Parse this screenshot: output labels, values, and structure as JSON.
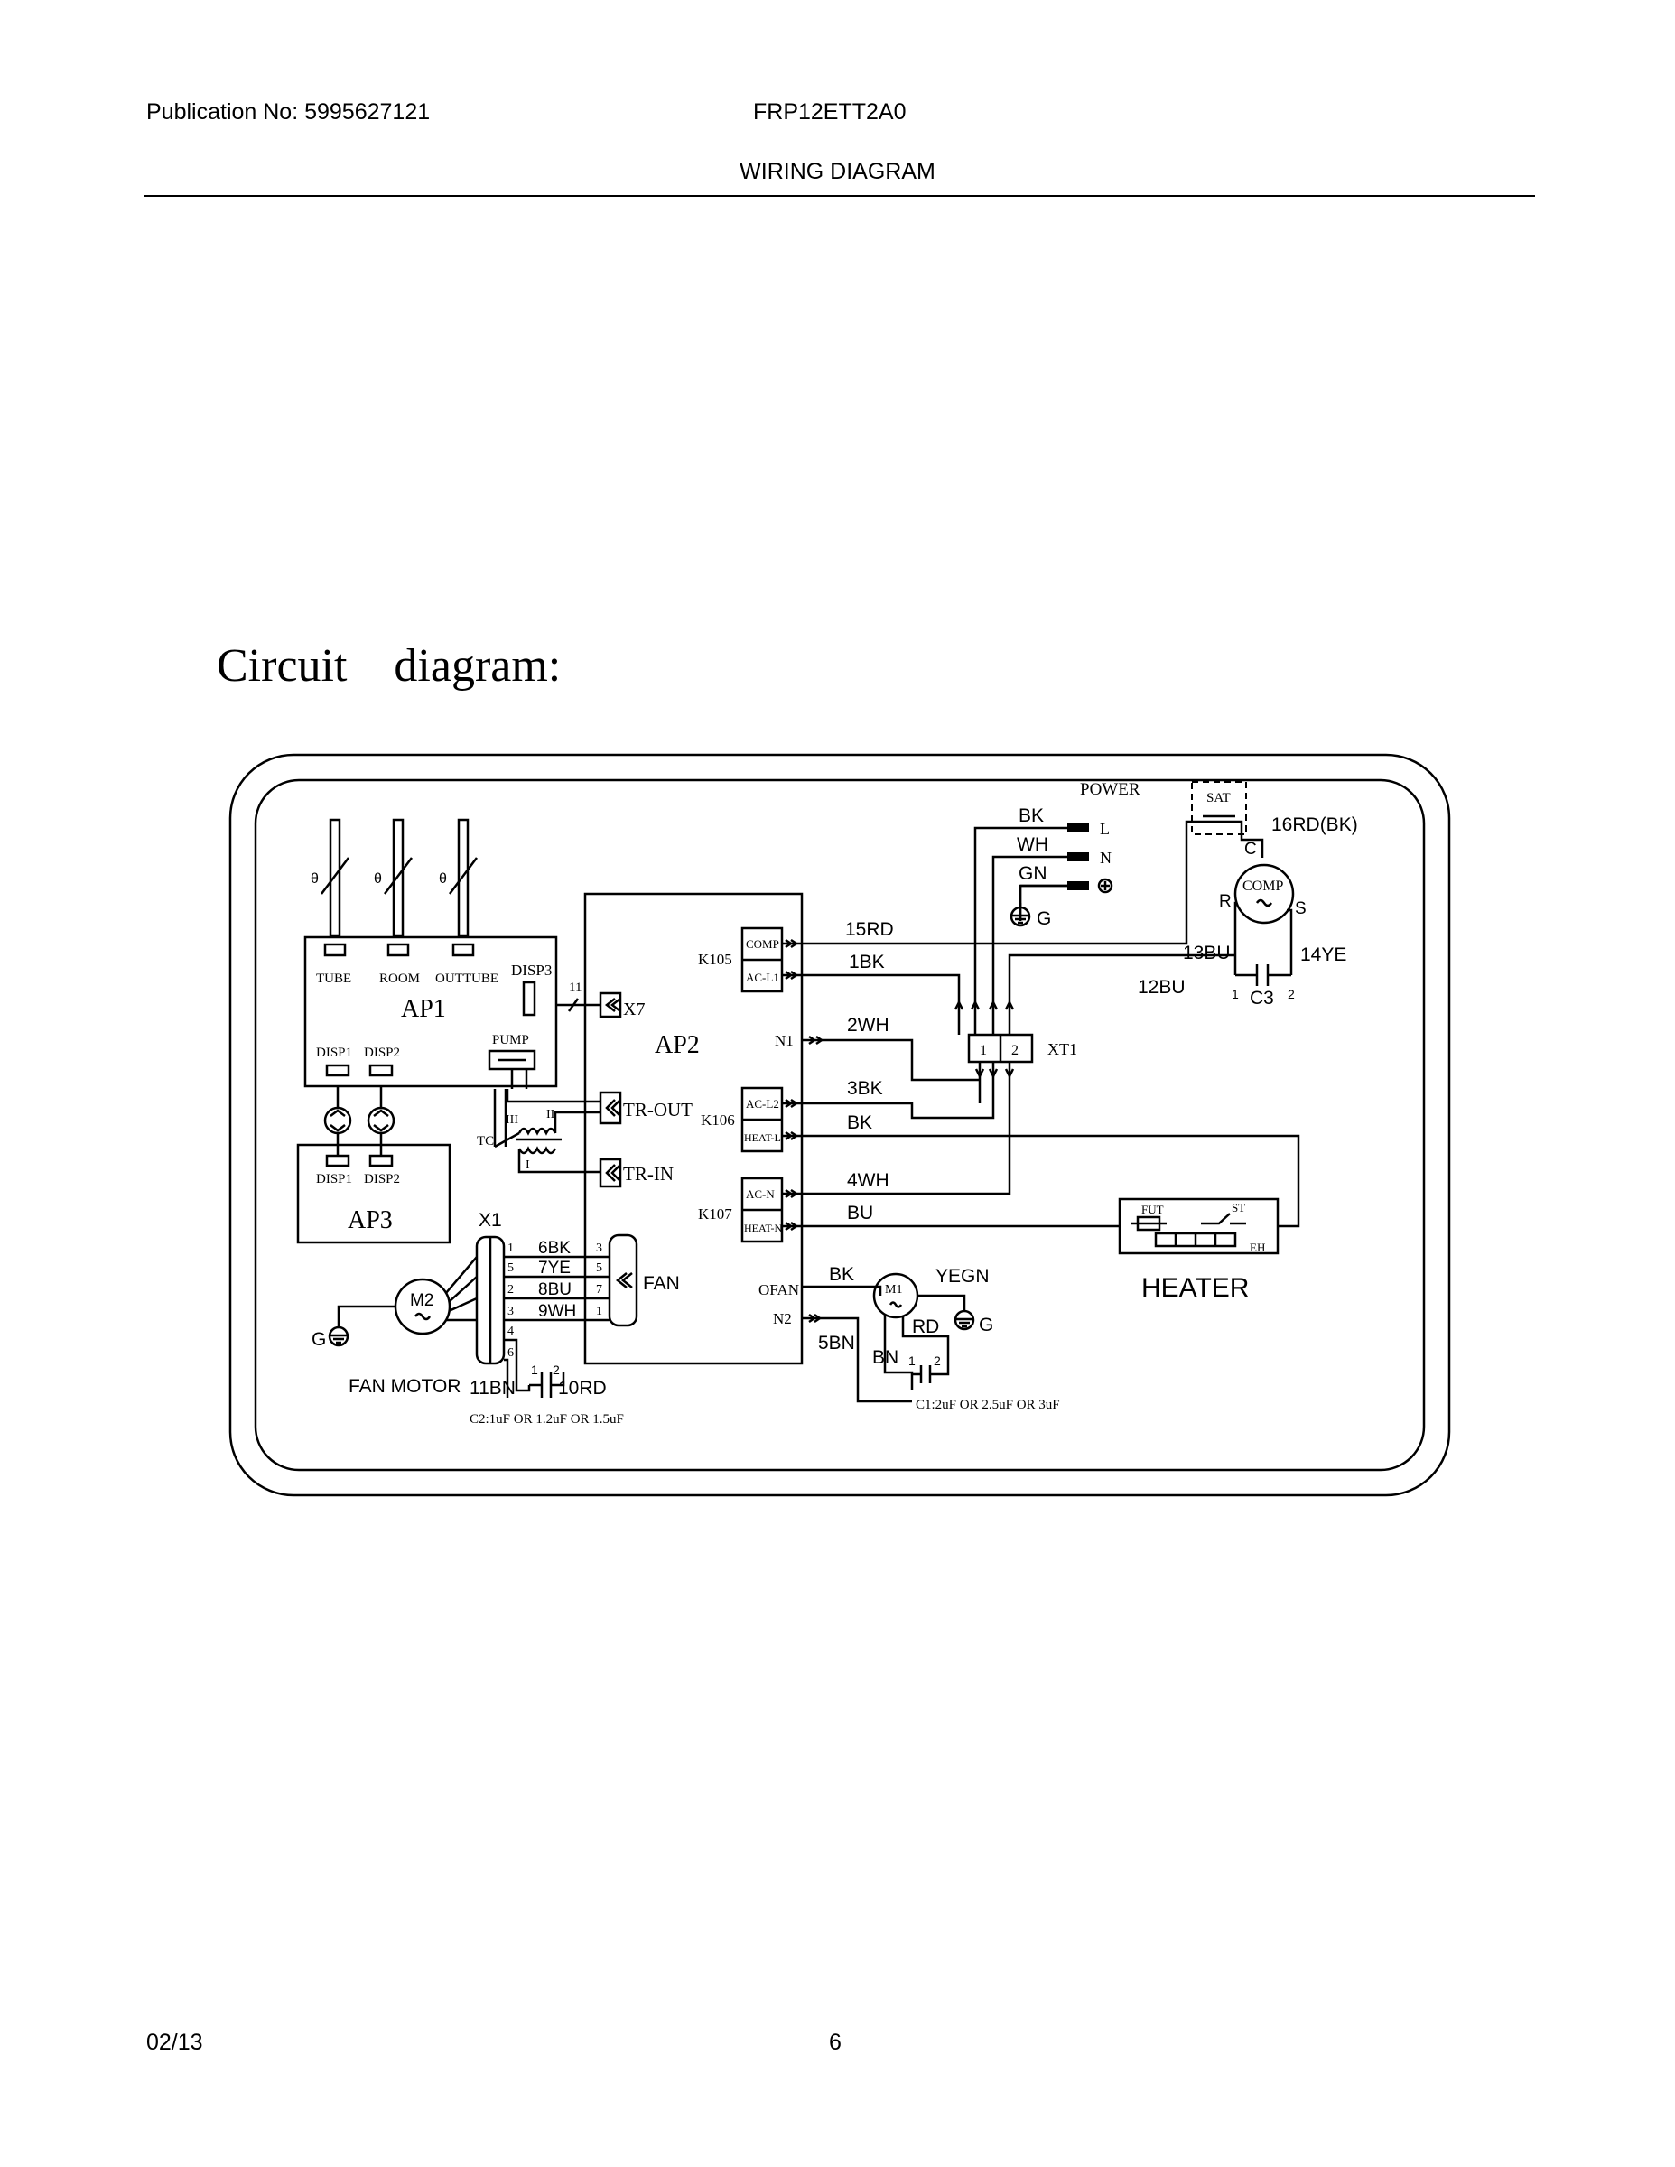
{
  "header": {
    "publication": "Publication No: 5995627121",
    "model": "FRP12ETT2A0",
    "title": "WIRING DIAGRAM"
  },
  "heading": "Circuit    diagram:",
  "footer": {
    "date": "02/13",
    "page": "6"
  },
  "diagram": {
    "boards": {
      "ap1": "AP1",
      "ap2": "AP2",
      "ap3": "AP3"
    },
    "sensors": {
      "tube": "TUBE",
      "room": "ROOM",
      "outtube": "OUTTUBE",
      "theta": "θ"
    },
    "ap1_ports": {
      "disp3": "DISP3",
      "disp1": "DISP1",
      "disp2": "DISP2",
      "pump": "PUMP"
    },
    "ap3_ports": {
      "disp1": "DISP1",
      "disp2": "DISP2"
    },
    "x7_wire": "11",
    "connectors": {
      "x7": "X7",
      "tr_out": "TR-OUT",
      "tr_in": "TR-IN",
      "fan": "FAN",
      "x1": "X1",
      "xt1": "XT1"
    },
    "transformer": {
      "tc": "TC",
      "w1": "I",
      "w2": "II",
      "w3": "III"
    },
    "relays": {
      "k105": "K105",
      "k106": "K106",
      "k107": "K107",
      "n1": "N1",
      "ofan": "OFAN",
      "n2": "N2"
    },
    "relay_ports": {
      "comp": "COMP",
      "ac_l1": "AC-L1",
      "ac_l2": "AC-L2",
      "heat_l": "HEAT-L",
      "ac_n": "AC-N",
      "heat_n": "HEAT-N"
    },
    "wires": {
      "w15rd": "15RD",
      "w1bk": "1BK",
      "w2wh": "2WH",
      "w3bk": "3BK",
      "wbk": "BK",
      "w4wh": "4WH",
      "wbu": "BU",
      "w12bu": "12BU",
      "w13bu": "13BU",
      "w14ye": "14YE",
      "w16rd": "16RD(BK)",
      "w5bn": "5BN",
      "wbn": "BN",
      "wrd": "RD",
      "wyegn": "YEGN",
      "wbk_m1": "BK",
      "w6bk": "6BK",
      "w7ye": "7YE",
      "w8bu": "8BU",
      "w9wh": "9WH",
      "w11bn": "11BN",
      "w10rd": "10RD"
    },
    "power": {
      "title": "POWER",
      "bk": "BK",
      "wh": "WH",
      "gn": "GN",
      "l": "L",
      "n": "N",
      "g": "G"
    },
    "xt1_terminals": {
      "t1": "1",
      "t2": "2"
    },
    "compressor": {
      "sat": "SAT",
      "comp": "COMP",
      "c": "C",
      "r": "R",
      "s": "S",
      "c3": "C3",
      "c3_1": "1",
      "c3_2": "2"
    },
    "heater": {
      "fut": "FUT",
      "st": "ST",
      "eh": "EH",
      "label": "HEATER"
    },
    "m1": {
      "label": "M1",
      "ground": "G",
      "c1": "C1:2uF  OR  2.5uF  OR  3uF",
      "p1": "1",
      "p2": "2"
    },
    "m2": {
      "label": "M2",
      "ground": "G",
      "fan_motor": "FAN  MOTOR",
      "c2": "C2:1uF  OR  1.2uF  OR  1.5uF",
      "p1": "1",
      "p2": "2"
    },
    "x1_pins": [
      "1",
      "5",
      "2",
      "3",
      "4",
      "6"
    ],
    "fan_pins": [
      "3",
      "5",
      "7",
      "1"
    ]
  }
}
